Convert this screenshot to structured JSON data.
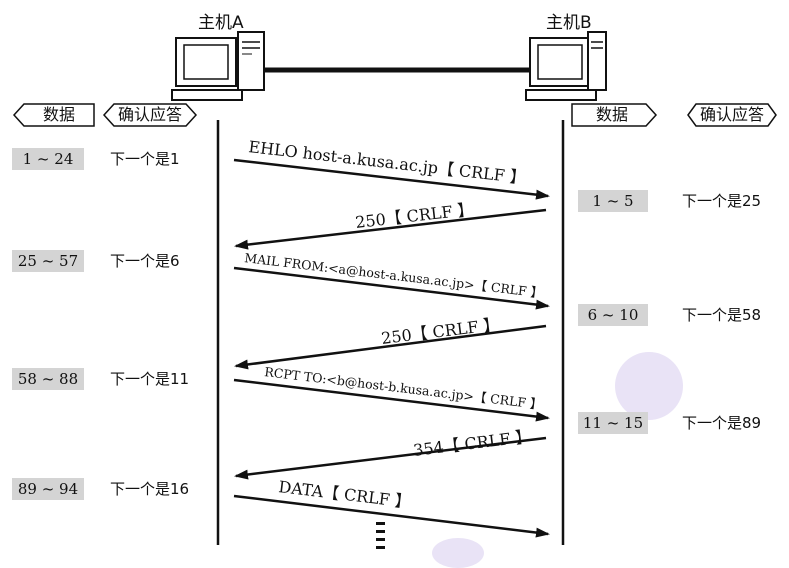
{
  "hosts": {
    "a_label": "主机A",
    "b_label": "主机B"
  },
  "headers": {
    "left_data": "数据",
    "left_ack": "确认应答",
    "right_data": "数据",
    "right_ack": "确认应答"
  },
  "left_rows": [
    {
      "range": "1 ~ 24",
      "ack": "下一个是1"
    },
    {
      "range": "25 ~ 57",
      "ack": "下一个是6"
    },
    {
      "range": "58 ~ 88",
      "ack": "下一个是11"
    },
    {
      "range": "89 ~ 94",
      "ack": "下一个是16"
    }
  ],
  "right_rows": [
    {
      "range": "1 ~ 5",
      "ack": "下一个是25"
    },
    {
      "range": "6 ~ 10",
      "ack": "下一个是58"
    },
    {
      "range": "11 ~ 15",
      "ack": "下一个是89"
    }
  ],
  "messages": [
    {
      "text": "EHLO host-a.kusa.ac.jp【 CRLF 】",
      "dir": "a_to_b"
    },
    {
      "text": "250【 CRLF 】",
      "dir": "b_to_a"
    },
    {
      "text": "MAIL FROM:<a@host-a.kusa.ac.jp>【 CRLF 】",
      "dir": "a_to_b"
    },
    {
      "text": "250【 CRLF 】",
      "dir": "b_to_a"
    },
    {
      "text": "RCPT TO:<b@host-b.kusa.ac.jp>【 CRLF 】",
      "dir": "a_to_b"
    },
    {
      "text": "354【 CRLF 】",
      "dir": "b_to_a"
    },
    {
      "text": "DATA【 CRLF 】",
      "dir": "a_to_b"
    }
  ]
}
